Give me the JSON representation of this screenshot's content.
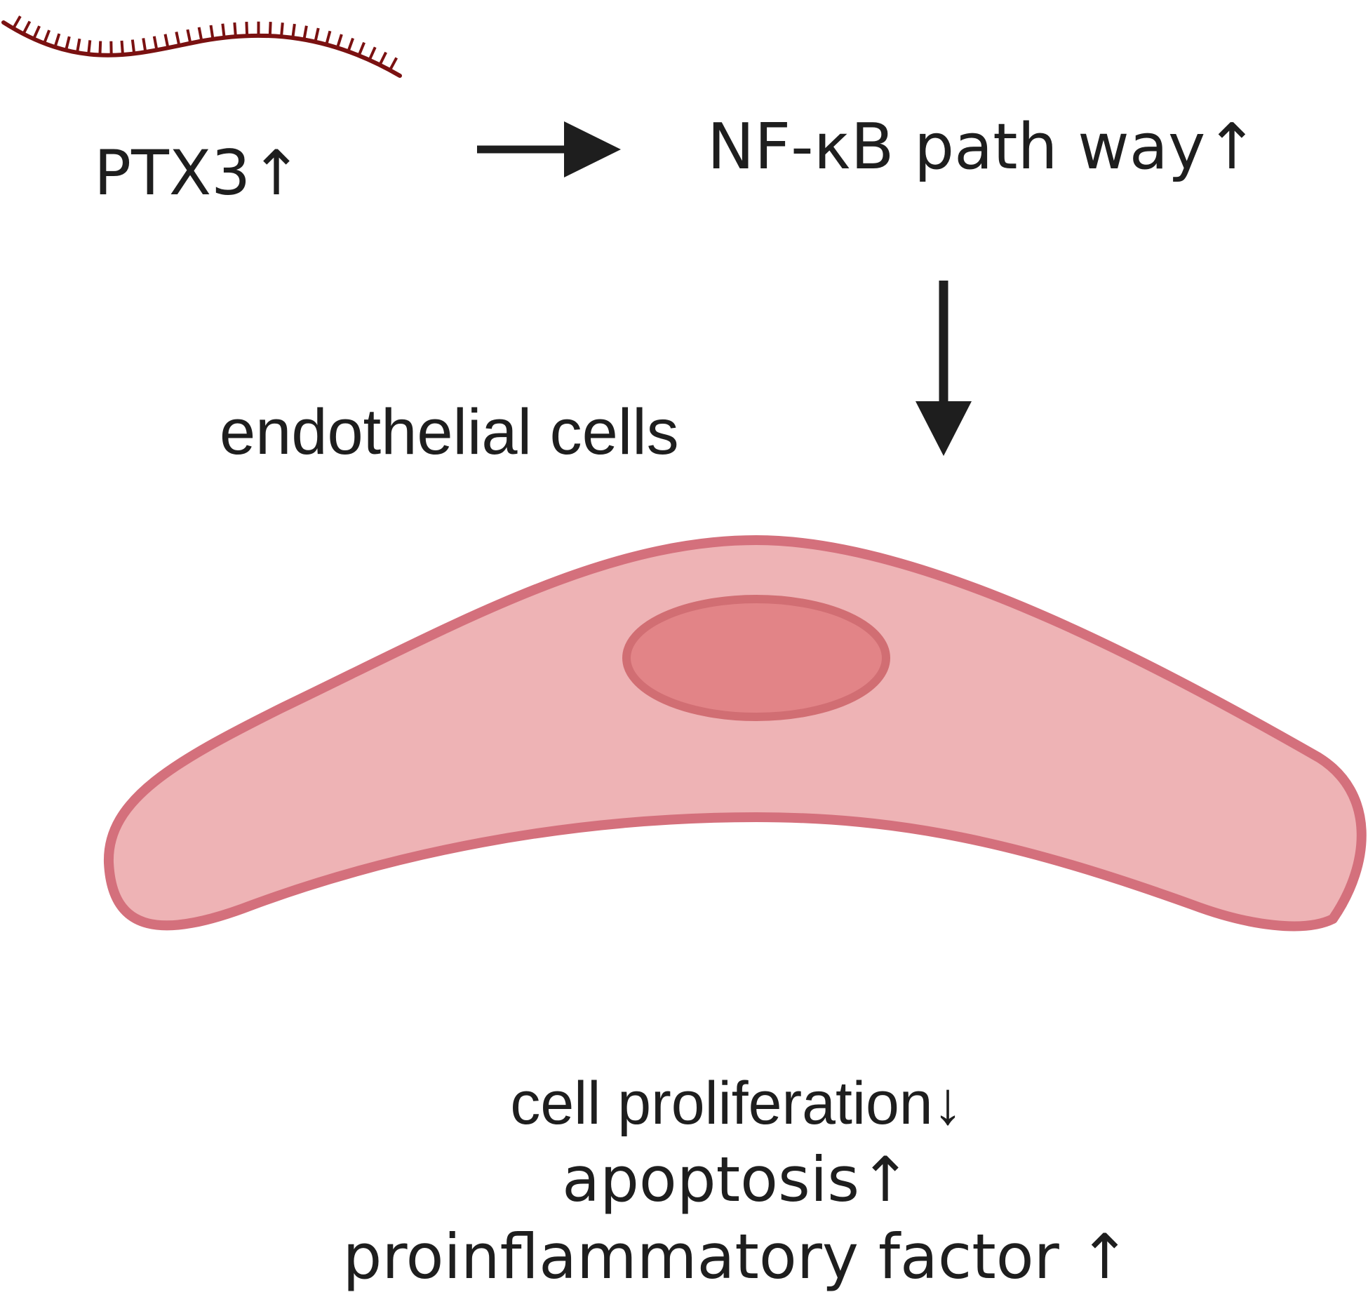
{
  "labels": {
    "ptx3": "PTX3↑",
    "nfkb": "NF-κB path way↑",
    "endothelial": "endothelial cells"
  },
  "effects": [
    "cell proliferation↓",
    "apoptosis↑",
    "proinflammatory factor ↑"
  ],
  "colors": {
    "text": "#1e1e1e",
    "arrow": "#1e1e1e",
    "rna_strand": "#7a1111",
    "cell_fill": "#eeb3b5",
    "cell_stroke": "#d4707c",
    "nucleus_fill": "#e28487",
    "nucleus_stroke": "#d16e73"
  },
  "icons": [
    "rna-strand-icon",
    "endothelial-cell-icon",
    "nucleus-icon"
  ]
}
